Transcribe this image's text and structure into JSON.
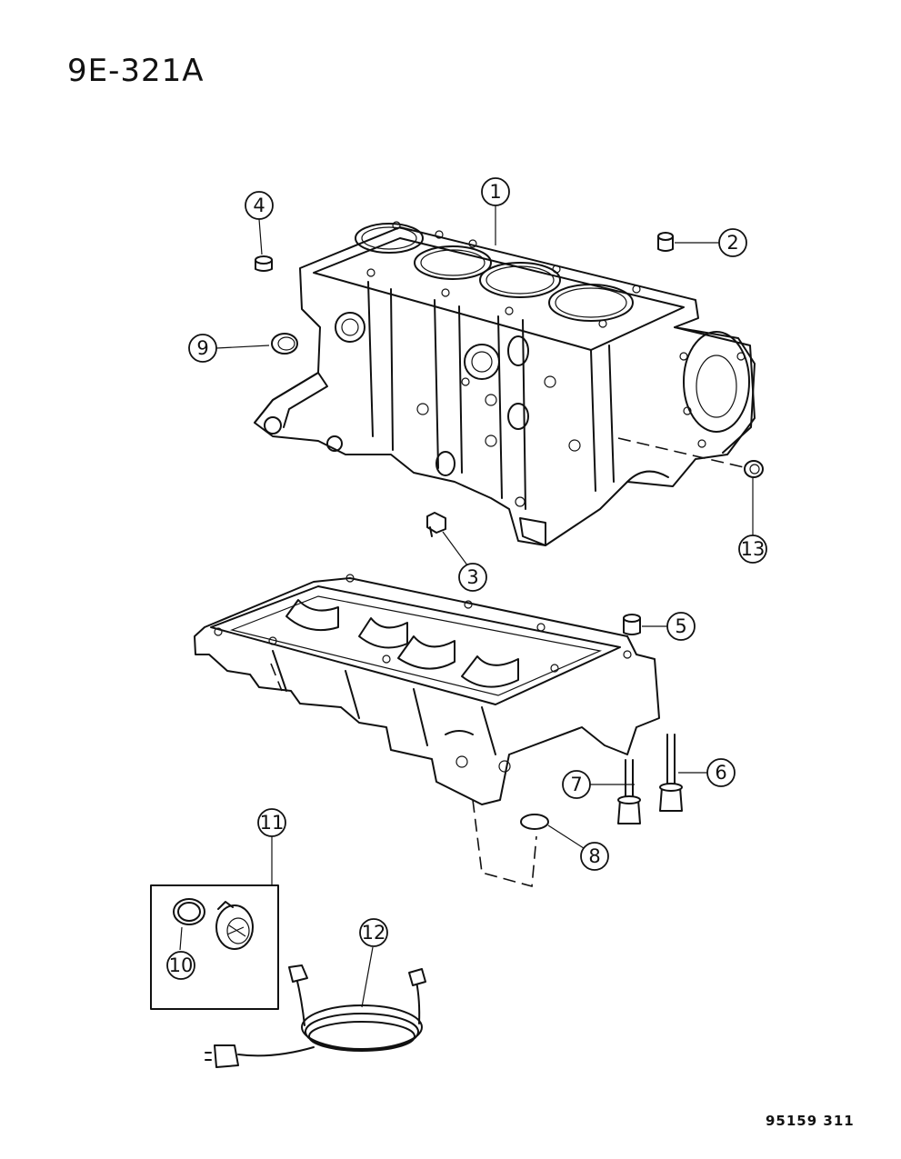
{
  "diagram": {
    "page_code": "9E-321A",
    "drawing_number": "95159 311",
    "callouts": [
      {
        "id": "c1",
        "label": "1"
      },
      {
        "id": "c2",
        "label": "2"
      },
      {
        "id": "c3",
        "label": "3"
      },
      {
        "id": "c4",
        "label": "4"
      },
      {
        "id": "c5",
        "label": "5"
      },
      {
        "id": "c6",
        "label": "6"
      },
      {
        "id": "c7",
        "label": "7"
      },
      {
        "id": "c8",
        "label": "8"
      },
      {
        "id": "c9",
        "label": "9"
      },
      {
        "id": "c10",
        "label": "10"
      },
      {
        "id": "c11",
        "label": "11"
      },
      {
        "id": "c12",
        "label": "12"
      },
      {
        "id": "c13",
        "label": "13"
      }
    ]
  }
}
